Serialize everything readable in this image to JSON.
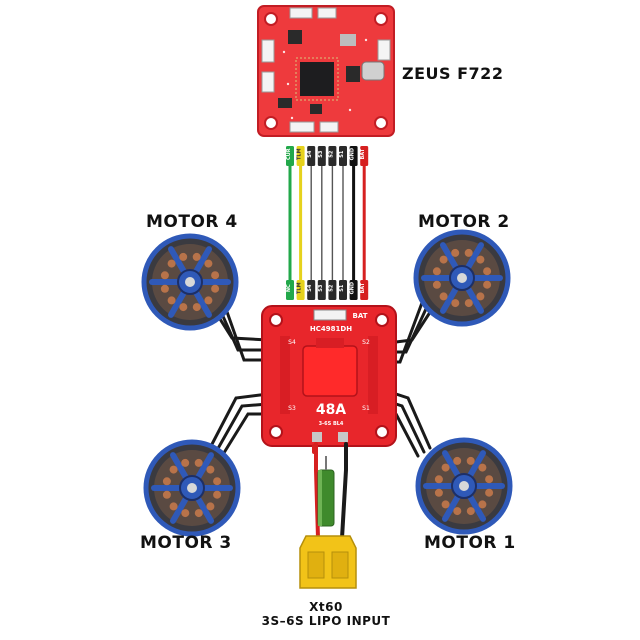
{
  "flight_controller": {
    "label": "ZEUS F722"
  },
  "esc": {
    "label": "HC4981DH",
    "bat_mark": "BAT",
    "rating": "48A",
    "subtext": "3-6S BL4",
    "pads_left": [
      "S4",
      "S3"
    ],
    "pads_right": [
      "S2",
      "S1"
    ]
  },
  "harness": {
    "wires": [
      {
        "label": "CUR",
        "color": "#22a84a"
      },
      {
        "label": "TLM",
        "color": "#e6d21c"
      },
      {
        "label": "S4",
        "color": "#ffffff"
      },
      {
        "label": "S3",
        "color": "#ffffff"
      },
      {
        "label": "S2",
        "color": "#ffffff"
      },
      {
        "label": "S1",
        "color": "#ffffff"
      },
      {
        "label": "GND",
        "color": "#111111"
      },
      {
        "label": "BAT",
        "color": "#d62020"
      }
    ],
    "bottom_labels": [
      "NC",
      "TLM",
      "S4",
      "S3",
      "S2",
      "S1",
      "GND",
      "BAT"
    ]
  },
  "motors": {
    "motor_4": "MOTOR 4",
    "motor_2": "MOTOR 2",
    "motor_3": "MOTOR 3",
    "motor_1": "MOTOR 1"
  },
  "battery": {
    "connector": "Xt60",
    "input": "3S–6S LIPO INPUT"
  },
  "colors": {
    "board_red": "#e8262b",
    "board_dark_red": "#b3121a",
    "motor_blue": "#2f59b8",
    "connector_yellow": "#f2c318",
    "capacitor_green": "#3f8a2c"
  }
}
